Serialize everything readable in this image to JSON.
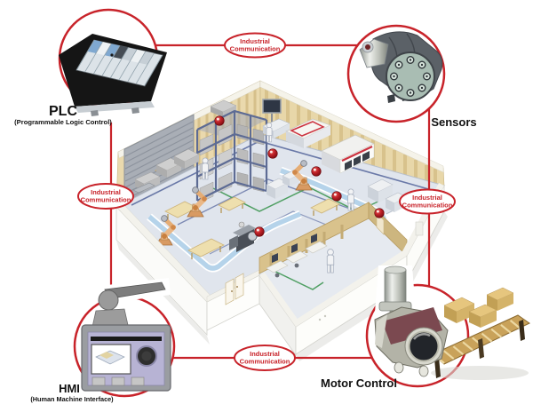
{
  "diagram": {
    "connection_label": {
      "line1": "Industrial",
      "line2": "Communication"
    },
    "components": {
      "plc": {
        "label": "PLC",
        "sublabel": "(Programmable Logic Control)"
      },
      "sensors": {
        "label": "Sensors"
      },
      "hmi": {
        "label": "HMI",
        "sublabel": "(Human Machine Interface)"
      },
      "motor_control": {
        "label": "Motor Control"
      }
    },
    "colors": {
      "accent_red": "#c8232a",
      "wall_tan": "#e9d8ab",
      "wall_stripe_tan": "#d8c28c",
      "dock_door_gray": "#a9aeb6",
      "floor_blue_gray": "#e0e5ed",
      "conveyor_blue": "#b5d3ea",
      "cable_blue": "#6a79a8",
      "cable_green": "#4f9f63",
      "network_node_red": "#9b1117",
      "robot_tan": "#e8b98c",
      "rack_frame_blue": "#5d6b94"
    },
    "factory_scene": {
      "network_node_count": 6,
      "worker_count": 4,
      "robot_arm_count": 3,
      "items": [
        "storage-rack",
        "pallet-stacks",
        "loading-dock-door",
        "conveyor-lines",
        "work-tables",
        "machines",
        "control-monitor",
        "office-room",
        "cardboard-box-conveyor"
      ]
    }
  }
}
